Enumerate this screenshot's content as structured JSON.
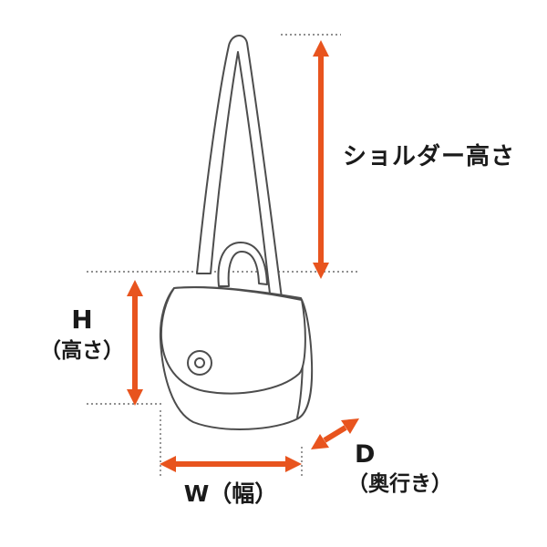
{
  "diagram": {
    "colors": {
      "arrow": "#E8541E",
      "outline": "#4d4d4d",
      "guide": "#6b6b6b",
      "text": "#1a1a1a"
    },
    "measurements": {
      "shoulder_height": {
        "label": "ショルダー高さ"
      },
      "height": {
        "label": "H",
        "sublabel": "（高さ）"
      },
      "width": {
        "label": "W（幅）"
      },
      "depth": {
        "label": "D",
        "sublabel": "（奥行き）"
      }
    }
  }
}
